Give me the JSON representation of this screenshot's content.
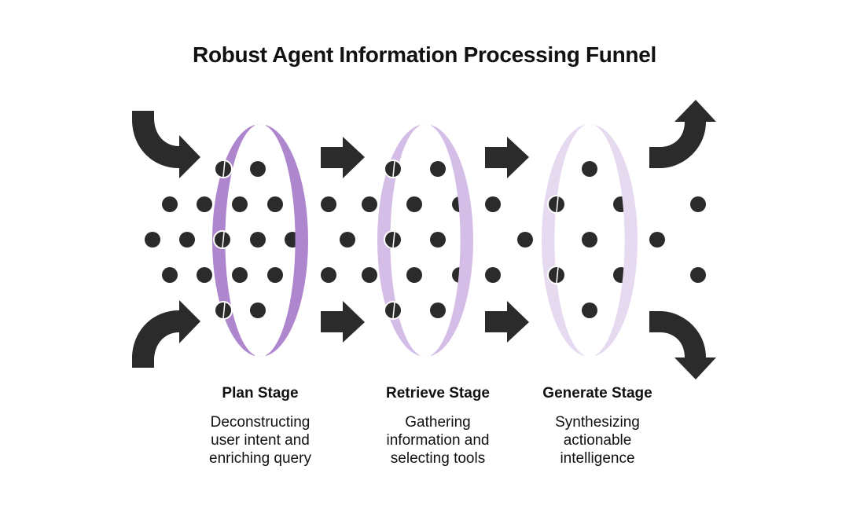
{
  "title": "Robust Agent Information Processing Funnel",
  "colors": {
    "arrow": "#2b2b2b",
    "dot": "#2b2b2b",
    "ring_plan": "#ad86cd",
    "ring_retrieve": "#d4bde6",
    "ring_generate": "#e6daf0",
    "background": "#ffffff"
  },
  "stages": [
    {
      "id": "plan",
      "name": "Plan Stage",
      "description": [
        "Deconstructing",
        "user intent and",
        "enriching query"
      ],
      "color_key": "ring_plan"
    },
    {
      "id": "retrieve",
      "name": "Retrieve Stage",
      "description": [
        "Gathering",
        "information and",
        "selecting tools"
      ],
      "color_key": "ring_retrieve"
    },
    {
      "id": "generate",
      "name": "Generate Stage",
      "description": [
        "Synthesizing",
        "actionable",
        "intelligence"
      ],
      "color_key": "ring_generate"
    }
  ],
  "icons": {
    "input_arrows": [
      "curved-arrow-down-right-icon",
      "curved-arrow-up-right-icon"
    ],
    "transfer_arrows": [
      "arrow-right-icon"
    ],
    "output_arrows": [
      "curved-arrow-up-icon",
      "curved-arrow-down-icon"
    ]
  }
}
